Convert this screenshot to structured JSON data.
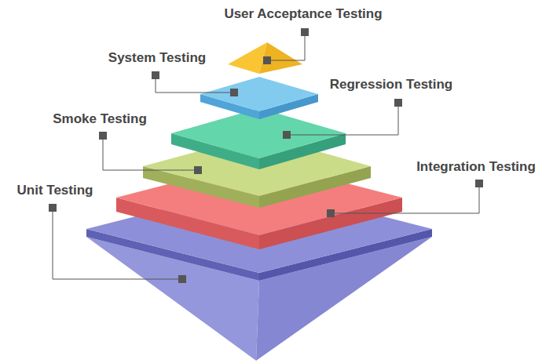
{
  "diagram": {
    "labels": [
      "User Acceptance Testing",
      "System Testing",
      "Regression Testing",
      "Smoke Testing",
      "Integration Testing",
      "Unit Testing"
    ]
  }
}
